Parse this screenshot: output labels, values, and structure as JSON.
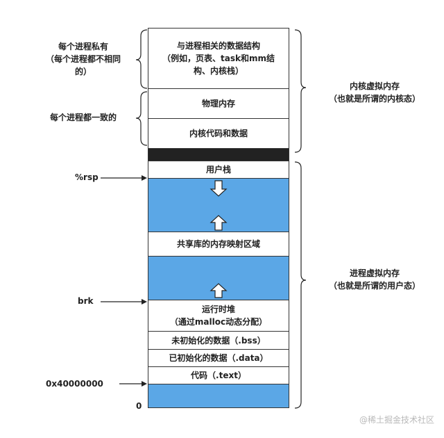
{
  "left_labels": {
    "private": "每个进程私有\n（每个进程都不相同\n的）",
    "shared": "每个进程都一致的"
  },
  "right_labels": {
    "kernel": "内核虚拟内存\n（也就是所谓的内核态）",
    "process": "进程虚拟内存\n（也就是所谓的用户态）"
  },
  "pointers": {
    "rsp": "%rsp",
    "brk": "brk",
    "text_start": "0x40000000",
    "zero": "0"
  },
  "segments": {
    "kernel_structs": "与进程相关的数据结构\n（例如，页表、task和mm结\n构、内核栈）",
    "physical_memory": "物理内存",
    "kernel_code": "内核代码和数据",
    "user_stack": "用户栈",
    "shared_libs": "共享库的内存映射区域",
    "heap": "运行时堆\n（通过malloc动态分配）",
    "bss": "未初始化的数据（.bss）",
    "data": "已初始化的数据（.data）",
    "text": "代码（.text）"
  },
  "watermark": "@稀土掘金技术社区",
  "colors": {
    "blue": "#5ba7e6",
    "border": "#333333"
  }
}
